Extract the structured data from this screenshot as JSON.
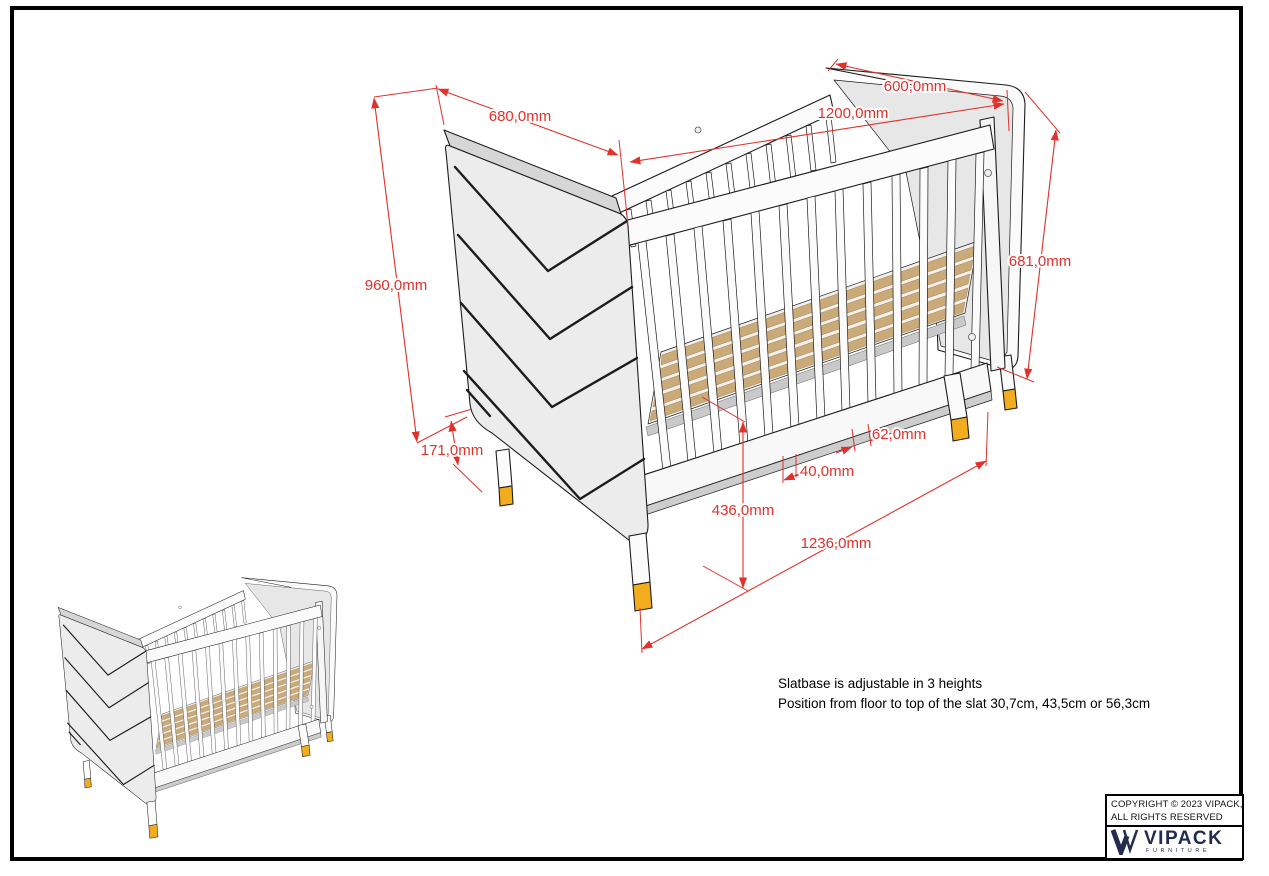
{
  "drawing": {
    "dims": {
      "d680": "680,0mm",
      "d600": "600,0mm",
      "d1200": "1200,0mm",
      "d960": "960,0mm",
      "d681": "681,0mm",
      "d171": "171,0mm",
      "d62": "62,0mm",
      "d40": "40,0mm",
      "d436": "436,0mm",
      "d1236": "1236,0mm"
    },
    "colors": {
      "dimension_red": "#e0312a",
      "panel_gray": "#ececec",
      "slat_tan": "#cbaa79",
      "leg_tip_yellow": "#f2ac1d",
      "outline": "#1c1c1c"
    }
  },
  "notes": {
    "line1": "Slatbase is adjustable in 3 heights",
    "line2": "Position from floor to top of the slat 30,7cm, 43,5cm or 56,3cm"
  },
  "title_block": {
    "copyright_line1": "COPYRIGHT © 2023 VIPACK,",
    "copyright_line2": "ALL RIGHTS RESERVED",
    "brand": "VIPACK",
    "brand_sub": "FURNITURE",
    "logo_navy": "#222c4e"
  }
}
